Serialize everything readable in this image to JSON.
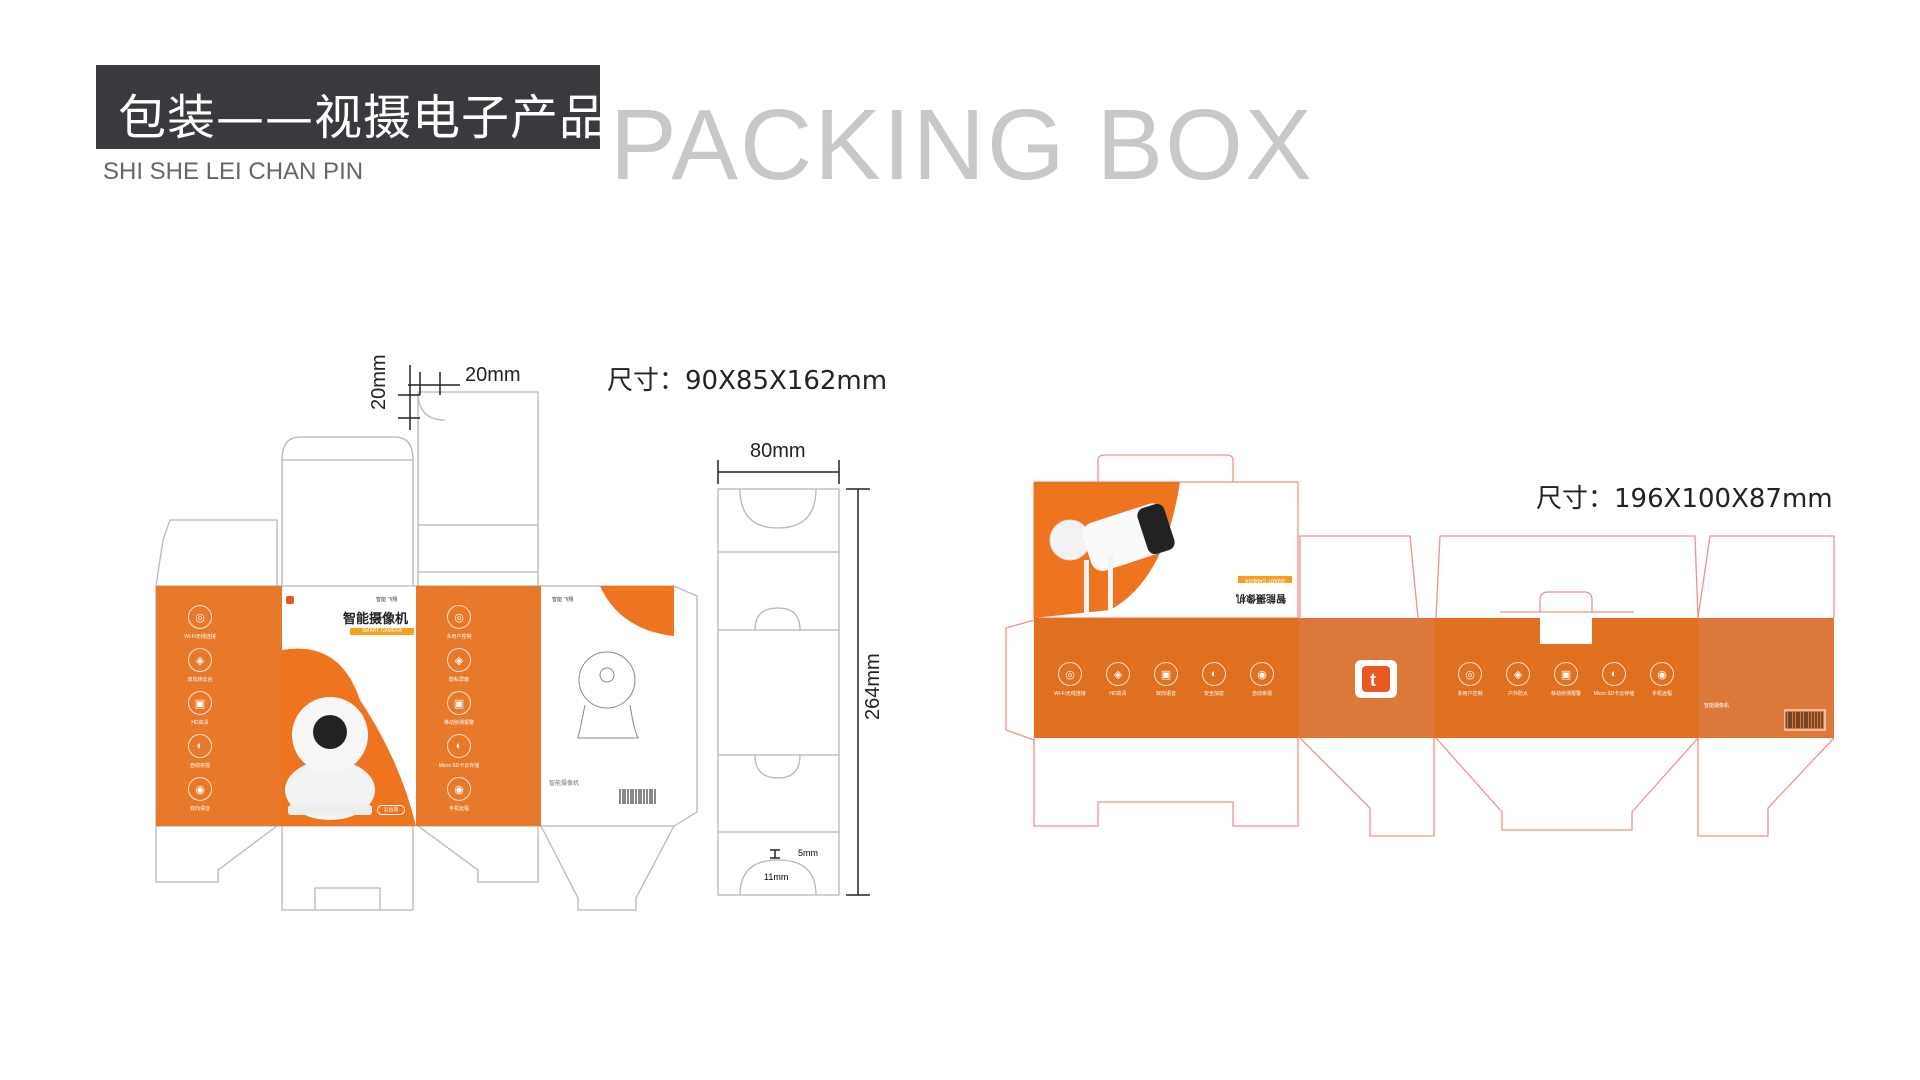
{
  "header": {
    "title": "包装——视摄电子产品",
    "subtitle": "SHI SHE LEI CHAN PIN",
    "background_text": "PACKING BOX"
  },
  "box1": {
    "size_label": "尺寸：90X85X162mm",
    "flap_dim_w": "20mm",
    "flap_dim_h": "20mm",
    "front": {
      "brand": "智能 飞翔",
      "title": "智能摄像机",
      "subtitle": "SMART CAMERA",
      "badge": "云台版"
    },
    "side_left_features": [
      "Wi-Fi无线连接",
      "双向转云台",
      "HD高清",
      "自动夜视",
      "双向语音"
    ],
    "side_right_features": [
      "多用户控制",
      "隐私屏蔽",
      "移动侦测报警",
      "Micro SD卡云存储",
      "手机远程"
    ],
    "back": {
      "brand": "智能 飞翔",
      "product_name": "智能摄像机"
    }
  },
  "insert": {
    "width_label": "80mm",
    "height_label": "264mm",
    "small_dim_1": "5mm",
    "small_dim_2": "11mm"
  },
  "box2": {
    "size_label": "尺寸：196X100X87mm",
    "top": {
      "title": "智能摄像机",
      "subtitle": "SMART CAMERA"
    },
    "band_features_1": [
      "Wi-Fi无线连接",
      "HD高清",
      "双向语音",
      "安全加密",
      "自动夜视"
    ],
    "band_features_2": [
      "多用户控制",
      "户外防水",
      "移动侦测报警",
      "Micro SD卡云存储",
      "手机远程"
    ],
    "back": {
      "product_name": "智能摄像机"
    }
  },
  "colors": {
    "orange": "#e8792a",
    "orange_dark": "#e06f1f",
    "orange_light": "#dc783a",
    "dieline_gray": "#b8b8b8",
    "dieline_pink": "#f09090"
  }
}
